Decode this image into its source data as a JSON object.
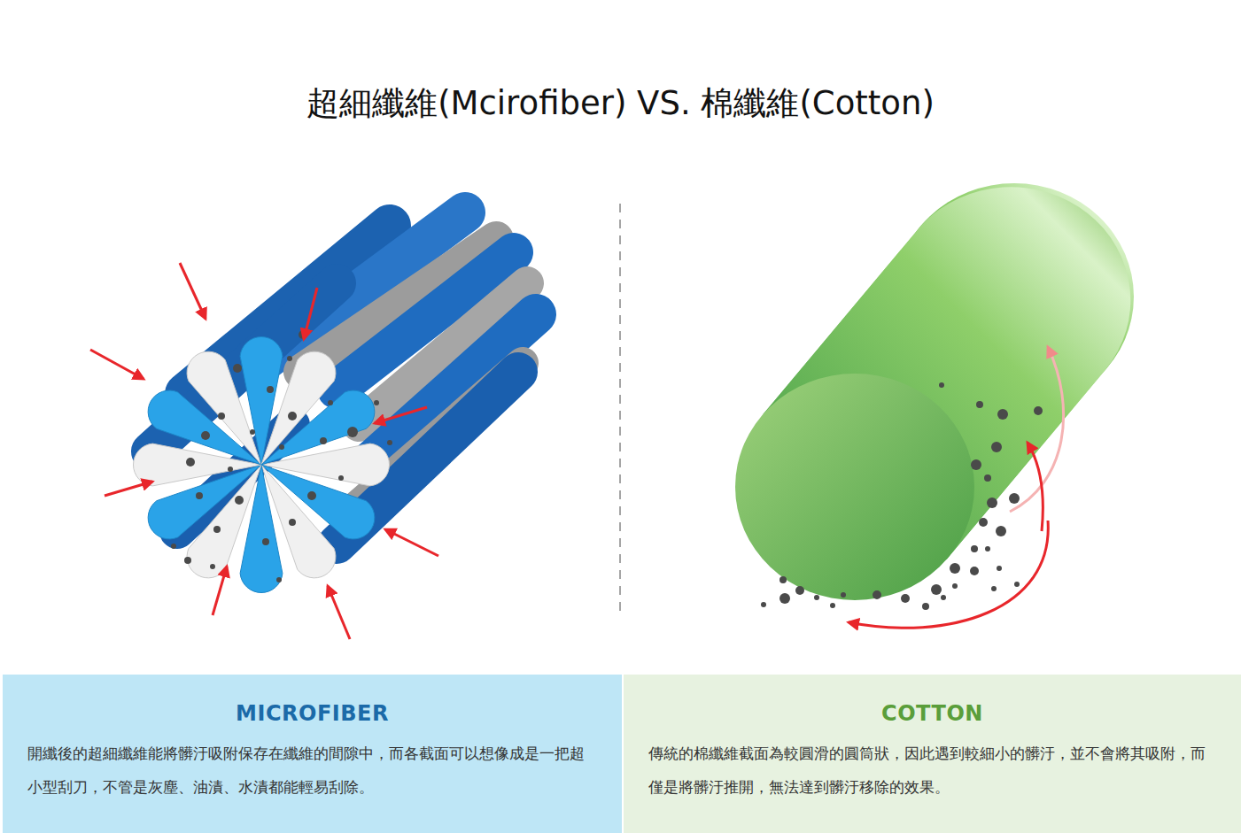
{
  "diagram": {
    "title": "超細纖維(Mcirofiber) VS. 棉纖維(Cotton)",
    "nodes": [
      {
        "text": [
          "MICROFIBER",
          "開纖後的超細纖維能將髒汙吸附保存在纖維的間隙中，而各截面可以想像成是一把超小型刮刀，不管是灰塵、油漬、水漬都能輕易刮除。"
        ]
      },
      {
        "text": [
          "COTTON",
          "傳統的棉纖維截面為較圓滑的圓筒狀，因此遇到較細小的髒汙，並不會將其吸附，而僅是將髒汙推開，無法達到髒汙移除的效果。"
        ]
      }
    ]
  }
}
